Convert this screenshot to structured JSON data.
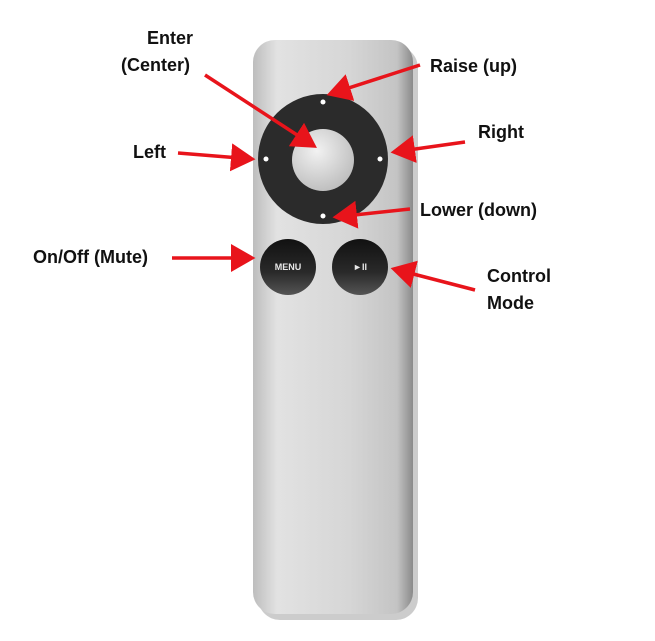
{
  "remote": {
    "menu_label": "MENU",
    "play_pause_label": "►II"
  },
  "labels": {
    "enter": "Enter",
    "enter_sub": "(Center)",
    "raise": "Raise (up)",
    "right": "Right",
    "left": "Left",
    "lower": "Lower (down)",
    "onoff": "On/Off (Mute)",
    "control": "Control",
    "control_sub": "Mode"
  },
  "colors": {
    "arrow": "#e8141b",
    "ring": "#2b2b2b",
    "body": "#d4d4d4"
  }
}
